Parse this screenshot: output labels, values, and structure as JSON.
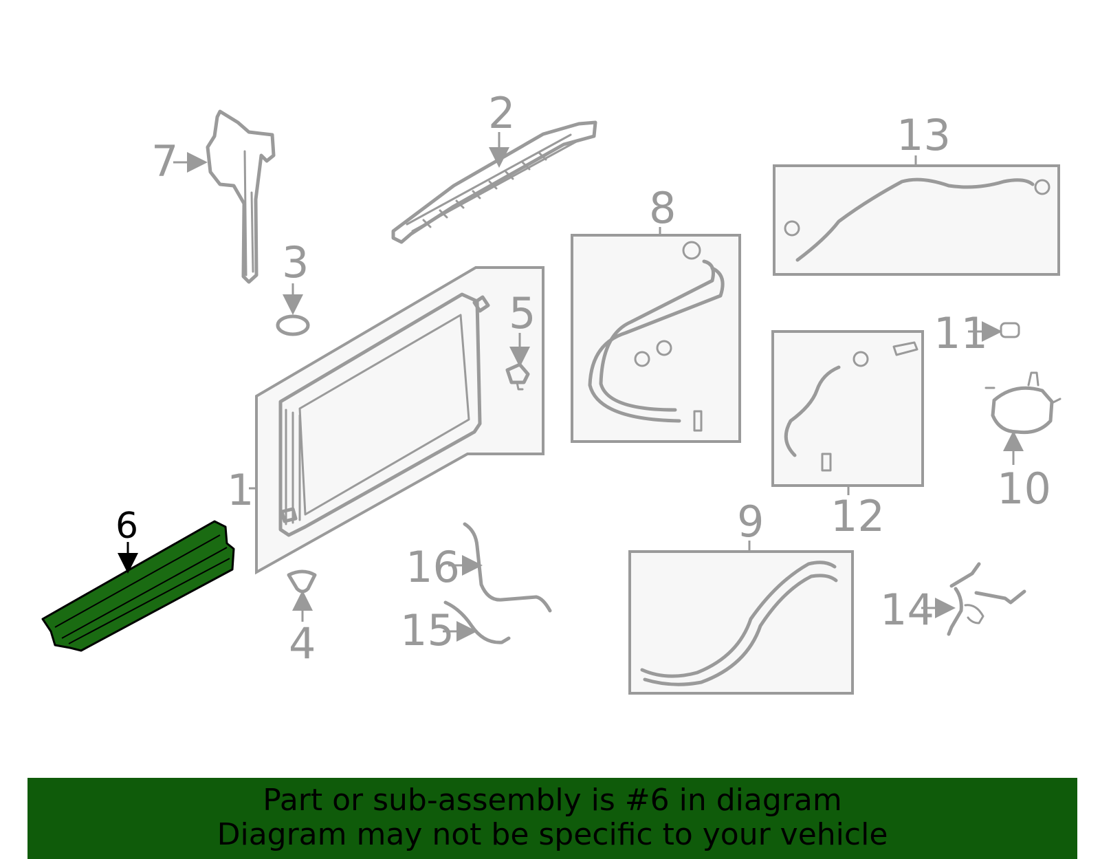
{
  "callouts": {
    "c1": "1",
    "c2": "2",
    "c3": "3",
    "c4": "4",
    "c5": "5",
    "c6": "6",
    "c7": "7",
    "c8": "8",
    "c9": "9",
    "c10": "10",
    "c11": "11",
    "c12": "12",
    "c13": "13",
    "c14": "14",
    "c15": "15",
    "c16": "16"
  },
  "highlight": {
    "part_number": "6",
    "color": "#1a6b12"
  },
  "banner": {
    "line1": "Part or sub-assembly is #6 in diagram",
    "line2": "Diagram may not be specific to your vehicle",
    "color": "#0f5b0a"
  }
}
